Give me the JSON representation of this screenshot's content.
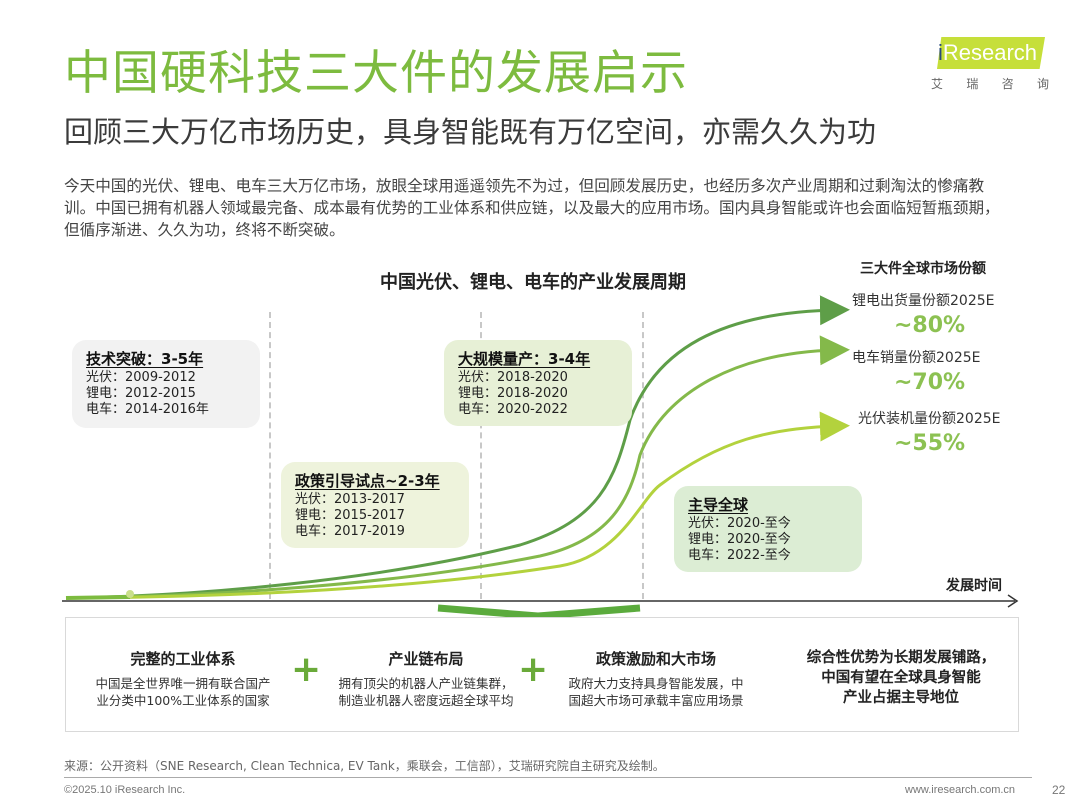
{
  "header": {
    "title": "中国硬科技三大件的发展启示",
    "subtitle": "回顾三大万亿市场历史，具身智能既有万亿空间，亦需久久为功"
  },
  "logo": {
    "brand_i": "i",
    "brand_rest": "Research",
    "cn": [
      "艾",
      "瑞",
      "咨",
      "询"
    ],
    "accent_color": "#c6df3a"
  },
  "intro": "今天中国的光伏、锂电、电车三大万亿市场，放眼全球用遥遥领先不为过，但回顾发展历史，也经历多次产业周期和过剩淘汰的惨痛教训。中国已拥有机器人领域最完备、成本最有优势的工业体系和供应链，以及最大的应用市场。国内具身智能或许也会面临短暂瓶颈期，但循序渐进、久久为功，终将不断突破。",
  "diagram": {
    "title": "中国光伏、锂电、电车的产业发展周期",
    "x_axis_label": "发展时间",
    "phases": [
      {
        "title": "技术突破：3-5年",
        "rows": [
          "光伏：2009-2012",
          "锂电：2012-2015",
          "电车：2014-2016年"
        ],
        "bg": "#f2f2f2"
      },
      {
        "title": "政策引导试点~2-3年",
        "rows": [
          "光伏：2013-2017",
          "锂电：2015-2017",
          "电车：2017-2019"
        ],
        "bg": "#eef3dc"
      },
      {
        "title": "大规模量产：3-4年",
        "rows": [
          "光伏：2018-2020",
          "锂电：2018-2020",
          "电车：2020-2022"
        ],
        "bg": "#e7f0d6"
      },
      {
        "title": "主导全球",
        "rows": [
          "光伏：2020-至今",
          "锂电：2020-至今",
          "电车：2022-至今"
        ],
        "bg": "#dcedd4"
      }
    ],
    "curves": [
      {
        "name": "锂电",
        "color": "#5e9e48"
      },
      {
        "name": "电车",
        "color": "#84b94a"
      },
      {
        "name": "光伏",
        "color": "#b3d23d"
      }
    ]
  },
  "market_share": {
    "title": "三大件全球市场份额",
    "items": [
      {
        "label": "锂电出货量份额2025E",
        "value": "~80%"
      },
      {
        "label": "电车销量份额2025E",
        "value": "~70%"
      },
      {
        "label": "光伏装机量份额2025E",
        "value": "~55%"
      }
    ],
    "value_color": "#8cc152"
  },
  "advantages": {
    "pillars": [
      {
        "title": "完整的工业体系",
        "lines": [
          "中国是全世界唯一拥有联合国产",
          "业分类中100%工业体系的国家"
        ]
      },
      {
        "title": "产业链布局",
        "lines": [
          "拥有顶尖的机器人产业链集群，",
          "制造业机器人密度远超全球平均"
        ]
      },
      {
        "title": "政策激励和大市场",
        "lines": [
          "政府大力支持具身智能发展，中",
          "国超大市场可承载丰富应用场景"
        ]
      }
    ],
    "plus": "+",
    "conclusion": [
      "综合性优势为长期发展铺路，",
      "中国有望在全球具身智能",
      "产业占据主导地位"
    ]
  },
  "footer": {
    "source": "来源：公开资料（SNE Research, Clean Technica, EV Tank，乘联会，工信部），艾瑞研究院自主研究及绘制。",
    "copyright": "©2025.10 iResearch Inc.",
    "url": "www.iresearch.com.cn",
    "page": "22"
  }
}
